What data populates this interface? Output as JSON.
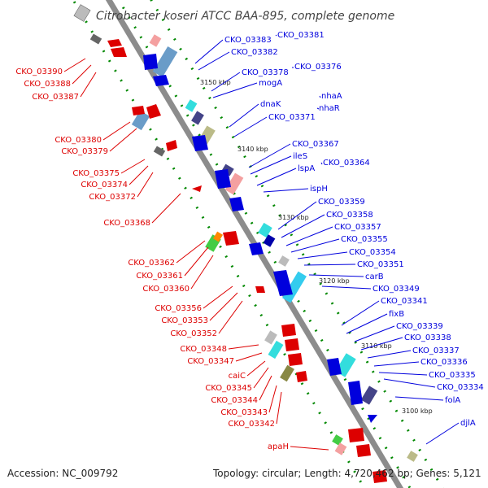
{
  "title": "Citrobacter koseri ATCC BAA-895, complete genome",
  "footer": {
    "accession": "Accession: NC_009792",
    "topology": "Topology: circular; Length: 4,720,462 bp; Genes: 5,121"
  },
  "colors": {
    "backbone": "#8c8c8c",
    "minus_strand": "#dd0000",
    "plus_strand": "#0000dd",
    "tick": "#008800"
  },
  "scale_labels": [
    "3150 kbp",
    "3140 kbp",
    "3130 kbp",
    "3120 kbp",
    "3110 kbp",
    "3100 kbp"
  ],
  "left_labels": [
    "CKO_03390",
    "CKO_03388",
    "CKO_03387",
    "CKO_03380",
    "CKO_03379",
    "CKO_03375",
    "CKO_03374",
    "CKO_03372",
    "CKO_03368",
    "CKO_03362",
    "CKO_03361",
    "CKO_03360",
    "CKO_03356",
    "CKO_03353",
    "CKO_03352",
    "CKO_03348",
    "CKO_03347",
    "caiC",
    "CKO_03345",
    "CKO_03344",
    "CKO_03343",
    "CKO_03342",
    "apaH"
  ],
  "right_labels": [
    "CKO_03383",
    "CKO_03381",
    "CKO_03382",
    "CKO_03378",
    "CKO_03376",
    "mogA",
    "nhaA",
    "nhaR",
    "dnaK",
    "CKO_03371",
    "CKO_03367",
    "ileS",
    "CKO_03364",
    "lspA",
    "ispH",
    "CKO_03359",
    "CKO_03358",
    "CKO_03357",
    "CKO_03355",
    "CKO_03354",
    "CKO_03351",
    "carB",
    "CKO_03349",
    "CKO_03341",
    "fixB",
    "CKO_03339",
    "CKO_03338",
    "CKO_03337",
    "CKO_03336",
    "CKO_03335",
    "CKO_03334",
    "folA",
    "djlA"
  ]
}
